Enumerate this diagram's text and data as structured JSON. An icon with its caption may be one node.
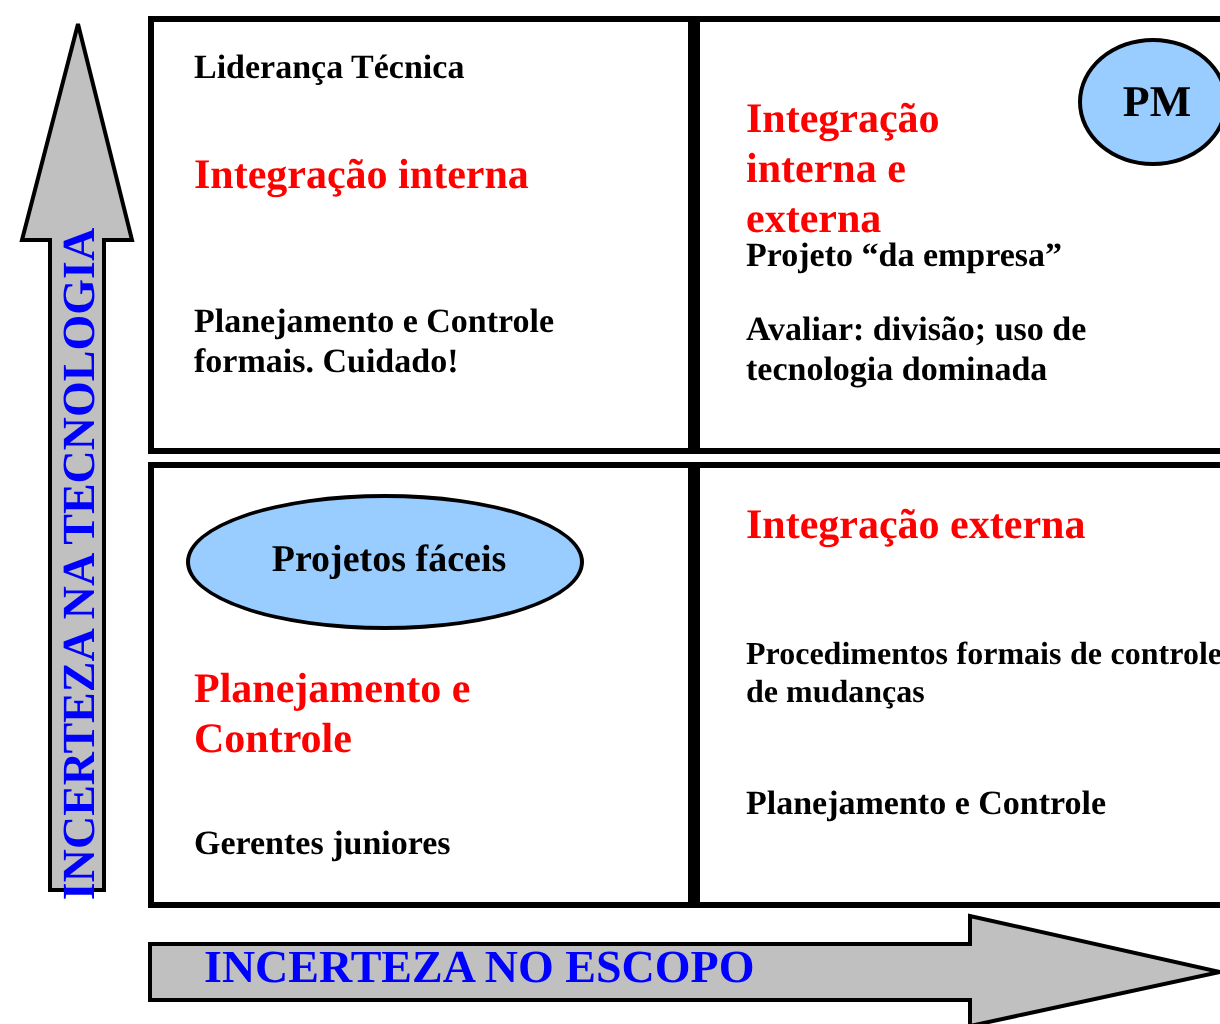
{
  "diagram": {
    "nodes": [
      {
        "text": [
          "Liderança Técnica",
          "Integração interna",
          "Planejamento e Controle formais. Cuidado!"
        ]
      },
      {
        "text": [
          "Integração interna e externa",
          "Projeto “da empresa”",
          "Avaliar: divisão; uso de tecnologia dominada"
        ]
      },
      {
        "text": [
          "PM"
        ],
        "in": 1
      },
      {
        "text": [
          "Planejamento e Controle",
          "Gerentes juniores"
        ]
      },
      {
        "text": [
          "Projetos fáceis"
        ],
        "in": 3
      },
      {
        "text": [
          "Integração externa",
          "Procedimentos formais de controle de mudanças",
          "Planejamento e Controle"
        ]
      },
      {
        "text": [
          "INCERTEZA NA TECNOLOGIA"
        ]
      },
      {
        "text": [
          "INCERTEZA NO ESCOPO"
        ]
      }
    ]
  }
}
